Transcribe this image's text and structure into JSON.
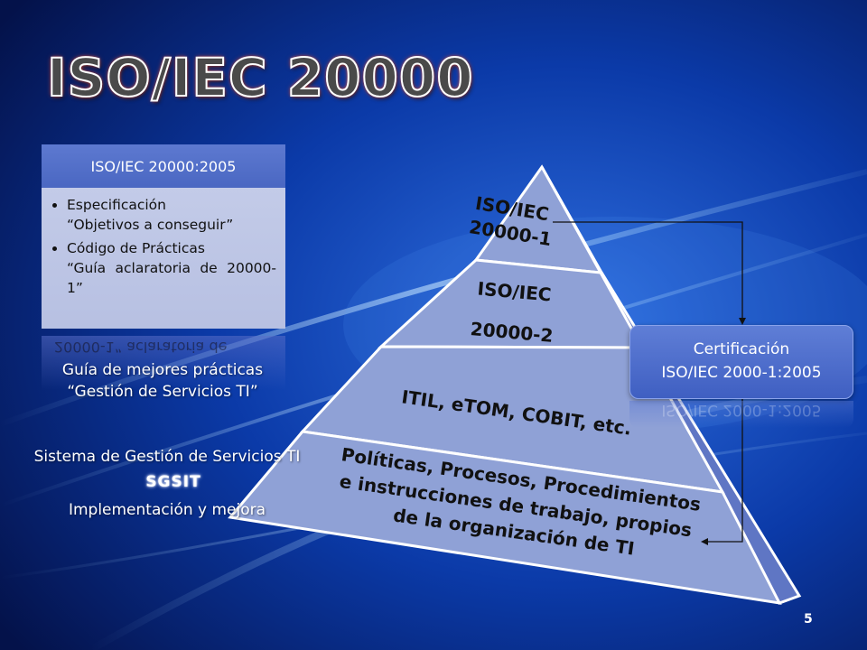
{
  "title": "ISO/IEC 20000",
  "panel": {
    "header": "ISO/IEC 20000:2005",
    "items": [
      {
        "line1": "Especificación",
        "line2": "“Objetivos a conseguir”"
      },
      {
        "line1": "Código de Prácticas",
        "line2": "“Guía aclaratoria de 20000-1”"
      }
    ],
    "reflect_text": "20000-1”  aclaratoria  de"
  },
  "guide": {
    "line1": "Guía de mejores prácticas",
    "line2": "“Gestión de Servicios TI”"
  },
  "system": {
    "line1": "Sistema de Gestión de Servicios TI",
    "acronym": "SGSIT",
    "line3": "Implementación y mejora"
  },
  "pyramid": {
    "level1": {
      "line1": "ISO/IEC",
      "line2": "20000-1"
    },
    "level2": {
      "line1": "ISO/IEC",
      "line2": "20000-2"
    },
    "level3": {
      "line1": "ITIL, eTOM, COBIT, etc."
    },
    "level4": {
      "line1": "Políticas, Procesos, Procedimientos",
      "line2": "e instrucciones de trabajo, propios",
      "line3": "de la organización de TI"
    }
  },
  "certification": {
    "line1": "Certificación",
    "line2": "ISO/IEC 2000-1:2005",
    "reflect": "ISO/IEC 2000-1:2005"
  },
  "page_number": "5"
}
